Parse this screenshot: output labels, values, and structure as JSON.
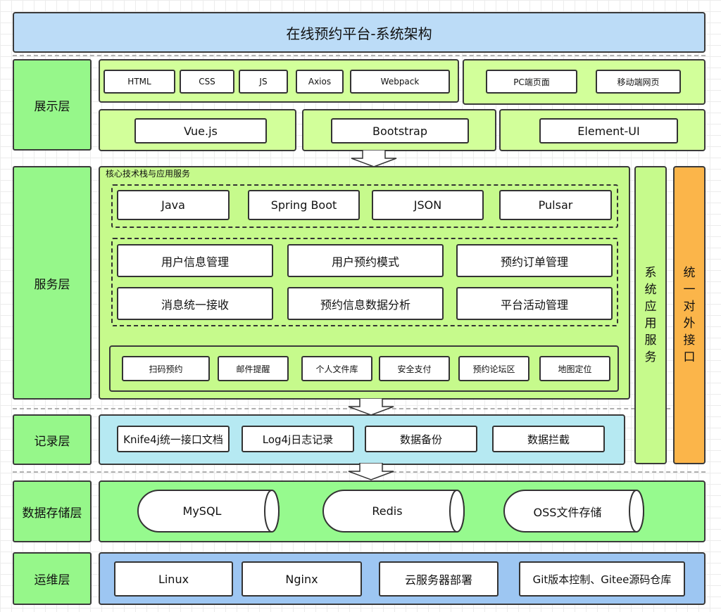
{
  "title": "在线预约平台-系统架构",
  "layers": {
    "presentation": "展示层",
    "service": "服务层",
    "record": "记录层",
    "storage": "数据存储层",
    "ops": "运维层"
  },
  "presentation": {
    "frontend_basics": [
      "HTML",
      "CSS",
      "JS",
      "Axios",
      "Webpack"
    ],
    "pages": [
      "PC端页面",
      "移动端网页"
    ],
    "frameworks": [
      "Vue.js",
      "Bootstrap",
      "Element-UI"
    ]
  },
  "service": {
    "core_title": "核心技术栈与应用服务",
    "tech": [
      "Java",
      "Spring Boot",
      "JSON",
      "Pulsar"
    ],
    "modules": [
      "用户信息管理",
      "用户预约模式",
      "预约订单管理",
      "消息统一接收",
      "预约信息数据分析",
      "平台活动管理"
    ],
    "features": [
      "扫码预约",
      "邮件提醒",
      "个人文件库",
      "安全支付",
      "预约论坛区",
      "地图定位"
    ]
  },
  "side": {
    "system_app_service": "系统应用服务",
    "unified_api": "统一对外接口"
  },
  "record": [
    "Knife4j统一接口文档",
    "Log4j日志记录",
    "数据备份",
    "数据拦截"
  ],
  "storage": [
    "MySQL",
    "Redis",
    "OSS文件存储"
  ],
  "ops": [
    "Linux",
    "Nginx",
    "云服务器部署",
    "Git版本控制、Gitee源码仓库"
  ],
  "colors": {
    "title_bg": "#bcdcf7",
    "layer_label": "#96f78a",
    "presentation_bg": "#d2ff9a",
    "service_bg": "#c6fa8c",
    "record_bg": "#b6e9f2",
    "storage_bg": "#96fa8e",
    "ops_bg": "#9dc6f2",
    "api_bg": "#fbb54a"
  }
}
